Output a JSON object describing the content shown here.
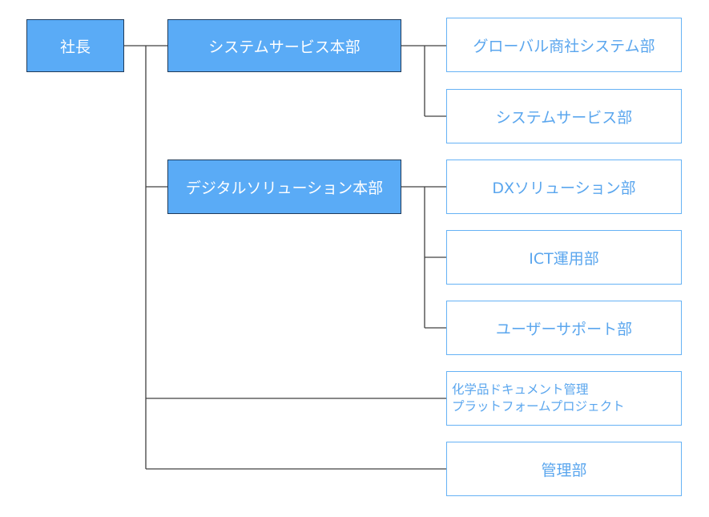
{
  "org_chart": {
    "ceo": {
      "label": "社長"
    },
    "divisions": [
      {
        "label": "システムサービス本部"
      },
      {
        "label": "デジタルソリューション本部"
      }
    ],
    "departments": [
      {
        "label": "グローバル商社システム部"
      },
      {
        "label": "システムサービス部"
      },
      {
        "label": "DXソリューション部"
      },
      {
        "label": "ICT運用部"
      },
      {
        "label": "ユーザーサポート部"
      },
      {
        "line1": "化学品ドキュメント管理",
        "line2": "プラットフォームプロジェクト"
      },
      {
        "label": "管理部"
      }
    ]
  },
  "colors": {
    "filled_box": "#5aabf6",
    "filled_border": "#1f3a5a",
    "outline_border": "#66b2f5",
    "outline_text": "#5aa6ee",
    "connector": "#404040"
  }
}
